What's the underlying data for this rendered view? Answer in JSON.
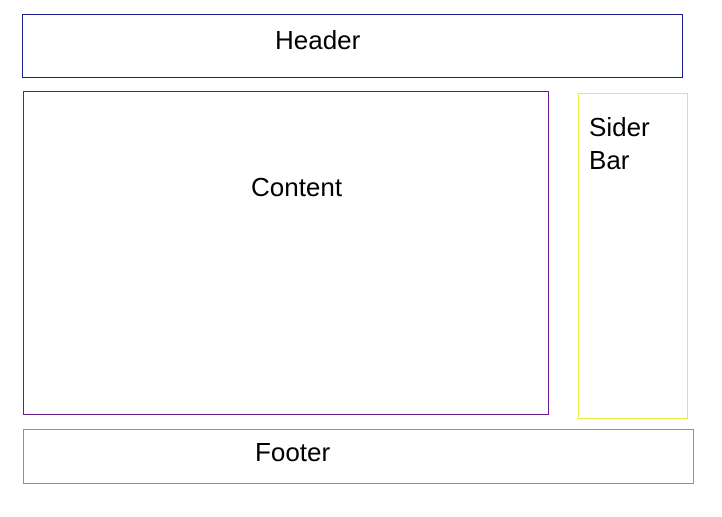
{
  "layout_diagram": {
    "header": {
      "label": "Header",
      "border_color": "#1c1c8c"
    },
    "content": {
      "label": "Content",
      "border_color": "#6a1a8a"
    },
    "sidebar": {
      "label_line1": "Sider",
      "label_line2": "Bar",
      "border_color": "#ecec3a"
    },
    "footer": {
      "label": "Footer",
      "border_color": "#33d633"
    }
  }
}
